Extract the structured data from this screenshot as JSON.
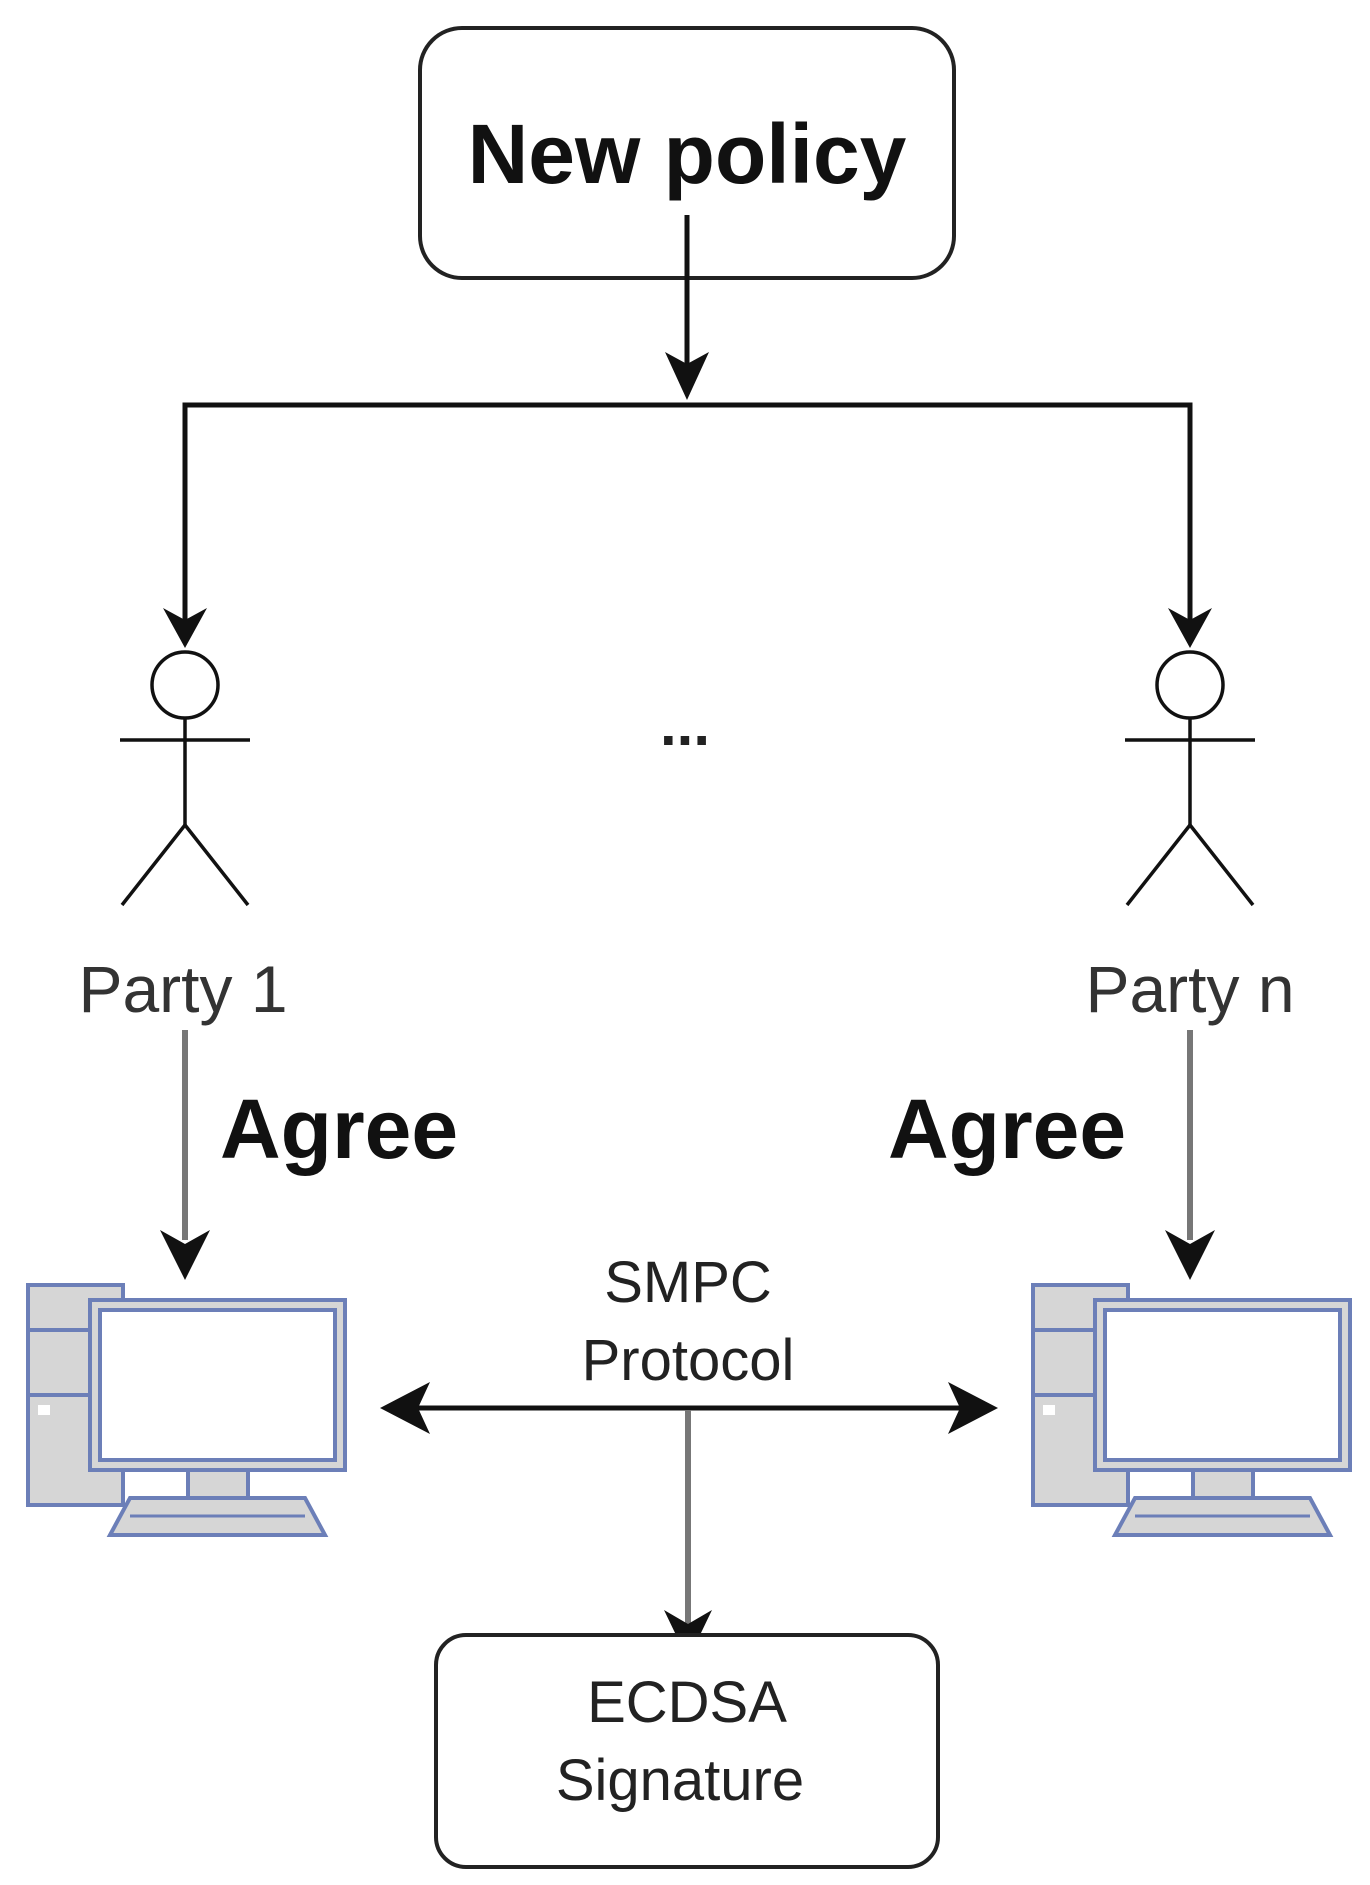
{
  "diagram": {
    "top_box": {
      "label": "New policy"
    },
    "parties": [
      {
        "label": "Party 1",
        "edge_label": "Agree"
      },
      {
        "label": "Party n",
        "edge_label": "Agree"
      }
    ],
    "ellipsis": "...",
    "protocol": {
      "line1": "SMPC",
      "line2": "Protocol"
    },
    "bottom_box": {
      "line1": "ECDSA",
      "line2": "Signature"
    }
  }
}
